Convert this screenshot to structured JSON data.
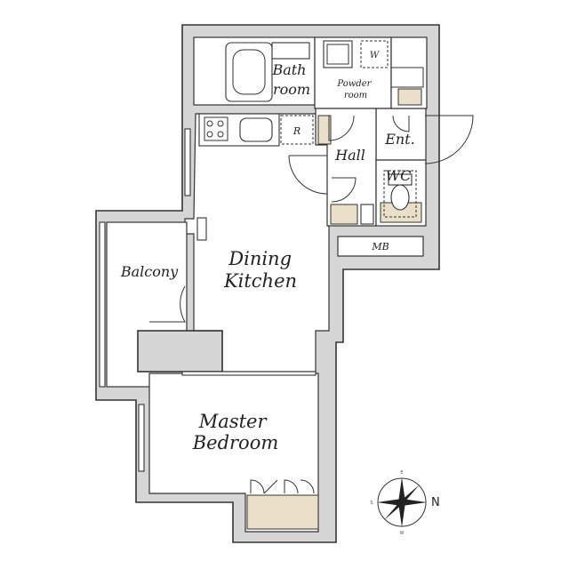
{
  "rooms": {
    "bath": [
      "Bath",
      "room"
    ],
    "powder": [
      "Powder",
      "room"
    ],
    "washer": "W",
    "fridge": "R",
    "entrance": "Ent.",
    "hall": "Hall",
    "wc": "WC",
    "meter_box": "MB",
    "balcony": "Balcony",
    "dining_kitchen": [
      "Dining",
      "Kitchen"
    ],
    "master_bedroom": [
      "Master",
      "Bedroom"
    ]
  },
  "compass": {
    "north": "N",
    "east": "E",
    "south": "S",
    "west": "W"
  }
}
